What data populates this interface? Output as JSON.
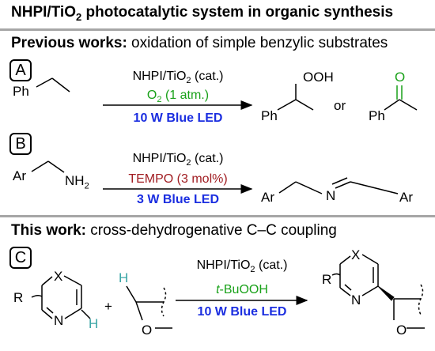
{
  "title_main": "NHPI/TiO",
  "title_sub": "2",
  "title_rest": " photocatalytic system in organic synthesis",
  "previous": {
    "bold": "Previous works:",
    "rest": " oxidation of simple benzylic substrates"
  },
  "this_work": {
    "bold": "This work:",
    "rest": " cross-dehydrogenative C–C coupling"
  },
  "panel_a": {
    "badge": "A",
    "substrate_ph": "Ph",
    "cat_main": "NHPI/TiO",
    "cat_sub": "2",
    "cat_rest": " (cat.)",
    "oxidant_main": "O",
    "oxidant_sub": "2",
    "oxidant_rest": " (1 atm.)",
    "light": "10 W Blue LED",
    "product1_group": "OOH",
    "product1_ph": "Ph",
    "or": "or",
    "product2_o": "O",
    "product2_ph": "Ph"
  },
  "panel_b": {
    "badge": "B",
    "substrate_ar": "Ar",
    "substrate_nh_main": "NH",
    "substrate_nh_sub": "2",
    "cat_main": "NHPI/TiO",
    "cat_sub": "2",
    "cat_rest": " (cat.)",
    "additive": "TEMPO (3 mol%)",
    "light": "3 W Blue LED",
    "product_ar1": "Ar",
    "product_n": "N",
    "product_ar2": "Ar"
  },
  "panel_c": {
    "badge": "C",
    "r_group": "R",
    "x_atom": "X",
    "n_atom": "N",
    "h_atom": "H",
    "plus": "+",
    "h_ether": "H",
    "o_ether": "O",
    "cat_main": "NHPI/TiO",
    "cat_sub": "2",
    "cat_rest": " (cat.)",
    "oxidant_prefix": "t",
    "oxidant_rest": "-BuOOH",
    "light": "10 W Blue LED",
    "product_r": "R",
    "product_x": "X",
    "product_n": "N",
    "product_o": "O"
  },
  "colors": {
    "green": "#19a119",
    "red": "#a11d22",
    "blue": "#1b2ee0",
    "teal": "#3aa6a6",
    "rule": "#a6a6a6"
  }
}
